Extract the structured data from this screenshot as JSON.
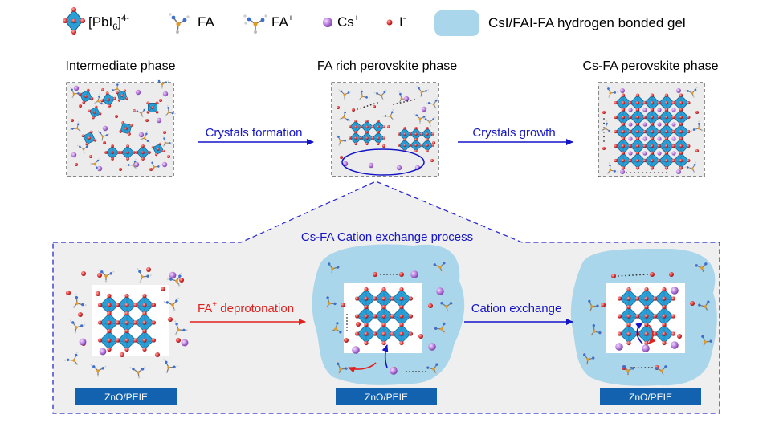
{
  "legend": {
    "pbi6_base": "[PbI",
    "pbi6_sub": "6",
    "pbi6_tail": "]",
    "pbi6_sup": "4-",
    "fa": "FA",
    "fa_plus_base": "FA",
    "fa_plus_sup": "+",
    "cs_base": "Cs",
    "cs_sup": "+",
    "iodide_base": "I",
    "iodide_sup": "-",
    "gel": "CsI/FAI-FA hydrogen bonded gel"
  },
  "top": {
    "intermediate_title": "Intermediate phase",
    "fa_rich_title": "FA rich perovskite phase",
    "csfa_title": "Cs-FA perovskite phase",
    "arrow1_label": "Crystals formation",
    "arrow2_label": "Crystals growth"
  },
  "bottom": {
    "process_title": "Cs-FA Cation exchange process",
    "deprot_base": "FA",
    "deprot_sup": "+",
    "deprot_tail": " deprotonation",
    "exchange_label": "Cation exchange",
    "substrate1": "ZnO/PEIE",
    "substrate2": "ZnO/PEIE",
    "substrate3": "ZnO/PEIE"
  },
  "colors": {
    "octahedron": "#2a9fd6",
    "octahedron_dark": "#1a6fa3",
    "cesium": "#b77bdc",
    "iodide": "#e23b3b",
    "gel": "#a9d6ea",
    "blue_text": "#1414c8",
    "red_text": "#e0221f",
    "substrate": "#1262b0",
    "panel_bg": "#efefef"
  }
}
